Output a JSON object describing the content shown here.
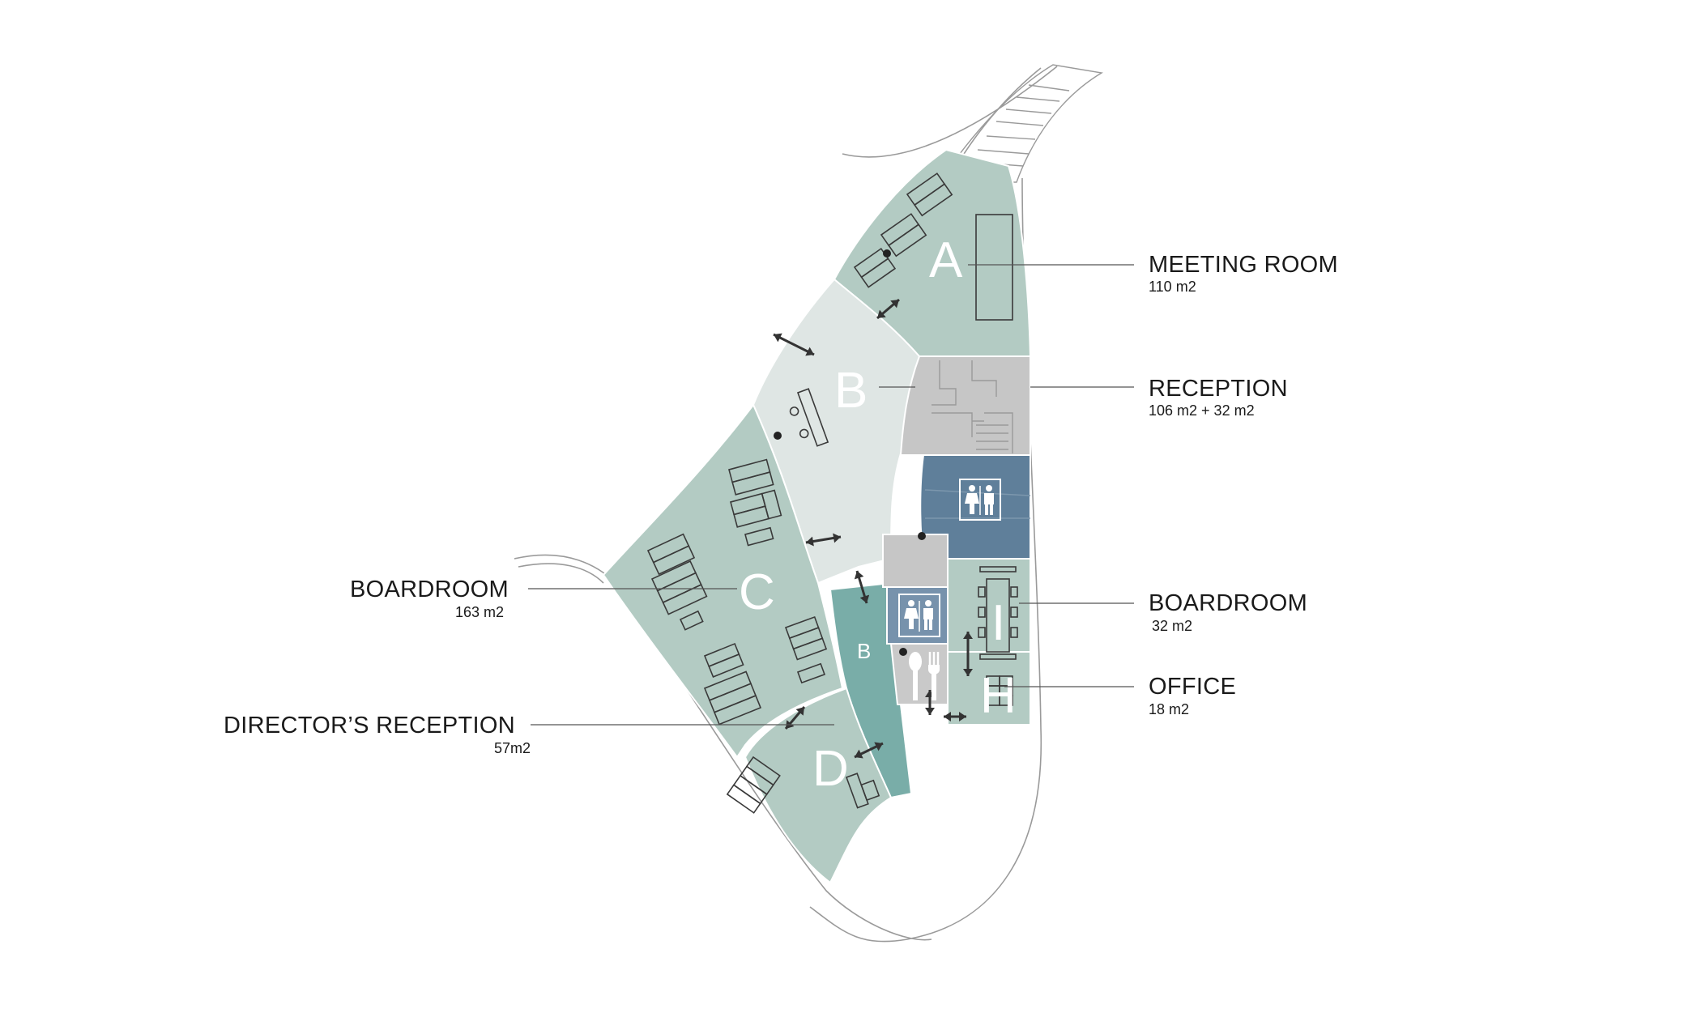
{
  "rooms": {
    "A": {
      "letter": "A",
      "title": "MEETING ROOM",
      "area": "110 m2",
      "color": "#b3cbc3"
    },
    "B": {
      "letter": "B",
      "title": "RECEPTION",
      "area": "106 m2 + 32 m2",
      "color": "#dfe6e4"
    },
    "B2": {
      "letter": "B",
      "color": "#79ada8"
    },
    "C": {
      "letter": "C",
      "title": "BOARDROOM",
      "area": "163 m2",
      "color": "#b3cbc3"
    },
    "D": {
      "letter": "D",
      "title": "DIRECTOR’S RECEPTION",
      "area": "57m2",
      "color": "#b3cbc3"
    },
    "I": {
      "letter": "I",
      "title": "BOARDROOM",
      "area": "32 m2",
      "color": "#b3cbc3"
    },
    "H": {
      "letter": "H",
      "title": "OFFICE",
      "area": "18 m2",
      "color": "#b3cbc3"
    }
  },
  "colors": {
    "core_gray": "#c6c6c6",
    "restroom_blue": "#5f7f9a",
    "restroom_blue_light": "#7792ac",
    "kitchen_gray": "#c9c9c9"
  },
  "icons": [
    "restroom-icon",
    "restroom-icon",
    "cutlery-icon"
  ]
}
